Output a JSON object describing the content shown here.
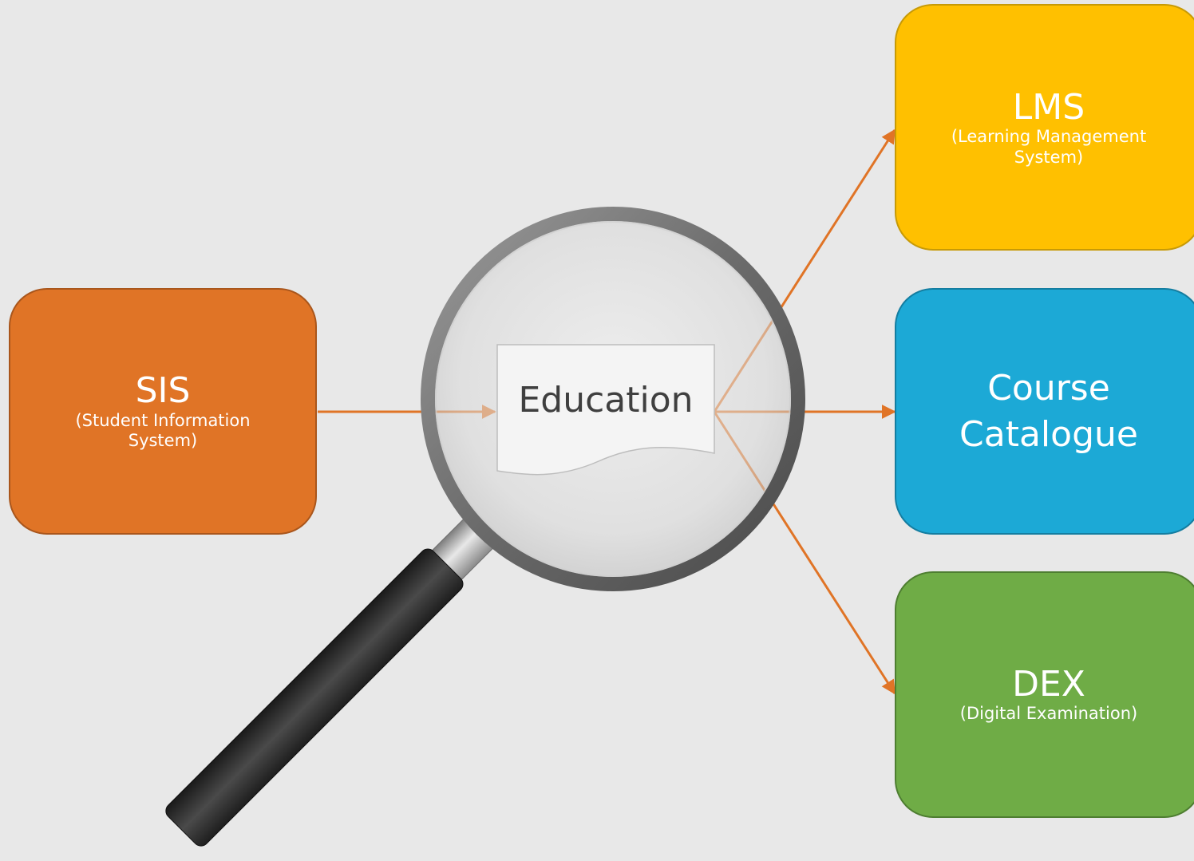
{
  "nodes": {
    "sis": {
      "title": "SIS",
      "subtitle": "(Student Information System)"
    },
    "lms": {
      "title": "LMS",
      "subtitle": "(Learning Management System)"
    },
    "course": {
      "title": "Course Catalogue",
      "subtitle": ""
    },
    "dex": {
      "title": "DEX",
      "subtitle": "(Digital Examination)"
    },
    "center": {
      "label": "Education"
    }
  },
  "colors": {
    "background": "#e8e8e8",
    "sis": "#e07426",
    "lms": "#ffc000",
    "course": "#1ca9d6",
    "dex": "#6fac46",
    "arrow": "#e07426",
    "document": "#f4f4f4"
  },
  "icons": [
    "magnifying-glass-icon",
    "document-icon"
  ]
}
